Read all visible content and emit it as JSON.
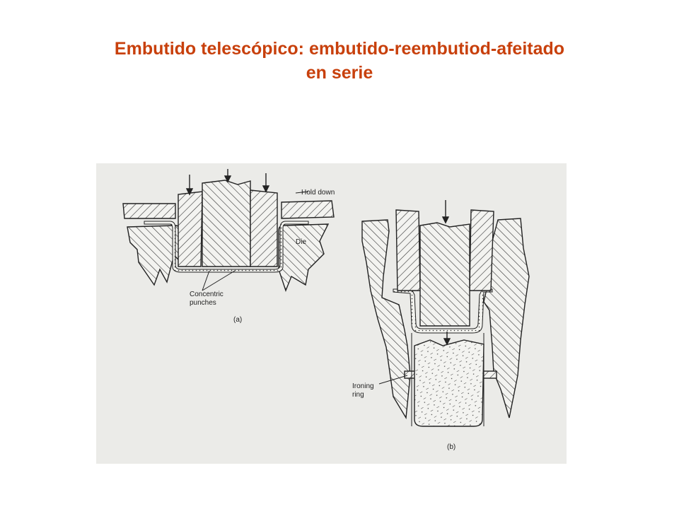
{
  "slide": {
    "title_line1": "Embutido telescópico: embutido-reembutiod-afeitado",
    "title_line2": "en serie"
  },
  "figure": {
    "labels": {
      "hold_down": "Hold down",
      "die": "Die",
      "concentric_line1": "Concentric",
      "concentric_line2": "punches",
      "caption_a": "(a)",
      "ironing_line1": "Ironing",
      "ironing_line2": "ring",
      "caption_b": "(b)"
    }
  },
  "colors": {
    "title": "#c8400c",
    "panel_bg": "#ebebe8",
    "ink": "#222222"
  }
}
